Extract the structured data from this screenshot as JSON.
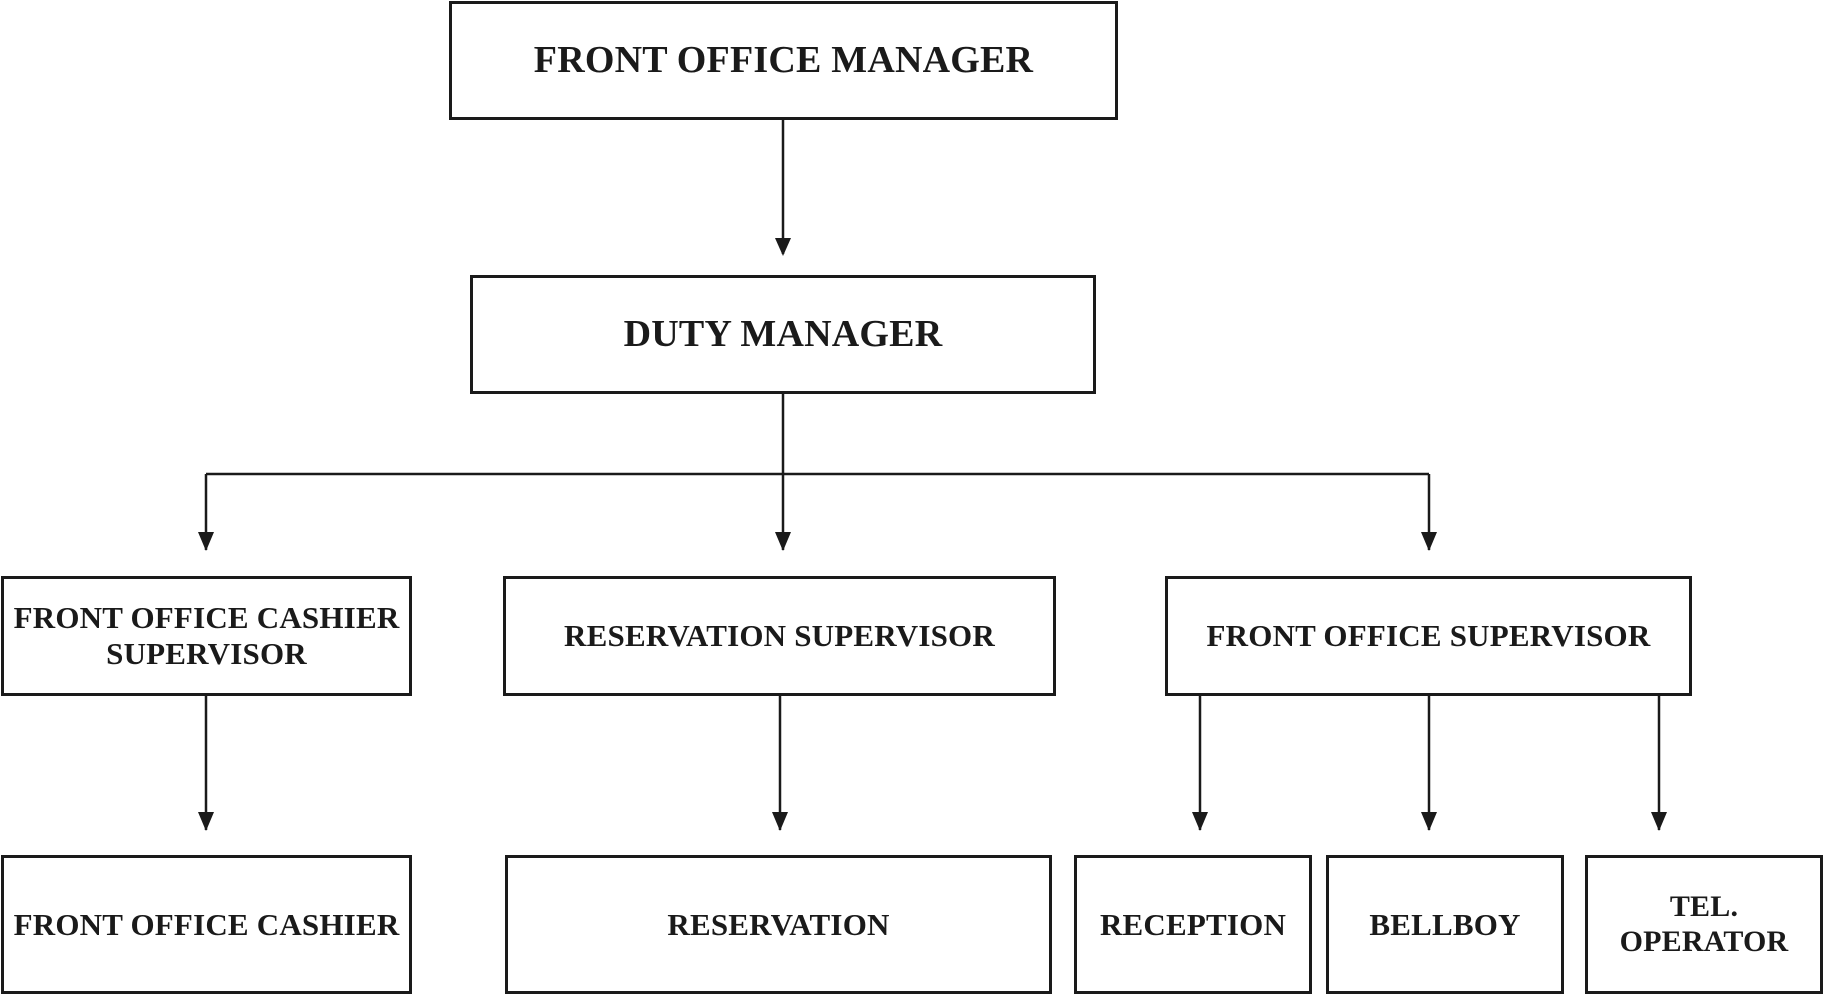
{
  "diagram": {
    "nodes": {
      "front_office_manager": "FRONT OFFICE MANAGER",
      "duty_manager": "DUTY MANAGER",
      "front_office_cashier_supervisor": "FRONT OFFICE CASHIER\nSUPERVISOR",
      "reservation_supervisor": "RESERVATION SUPERVISOR",
      "front_office_supervisor": "FRONT OFFICE SUPERVISOR",
      "front_office_cashier": "FRONT OFFICE CASHIER",
      "reservation": "RESERVATION",
      "reception": "RECEPTION",
      "bellboy": "BELLBOY",
      "tel_operator": "TEL. OPERATOR"
    },
    "edges": [
      {
        "from": "front_office_manager",
        "to": "duty_manager"
      },
      {
        "from": "duty_manager",
        "to": "front_office_cashier_supervisor"
      },
      {
        "from": "duty_manager",
        "to": "reservation_supervisor"
      },
      {
        "from": "duty_manager",
        "to": "front_office_supervisor"
      },
      {
        "from": "front_office_cashier_supervisor",
        "to": "front_office_cashier"
      },
      {
        "from": "reservation_supervisor",
        "to": "reservation"
      },
      {
        "from": "front_office_supervisor",
        "to": "reception"
      },
      {
        "from": "front_office_supervisor",
        "to": "bellboy"
      },
      {
        "from": "front_office_supervisor",
        "to": "tel_operator"
      }
    ],
    "line_color": "#1a1a1a",
    "box_border_color": "#1a1a1a"
  }
}
